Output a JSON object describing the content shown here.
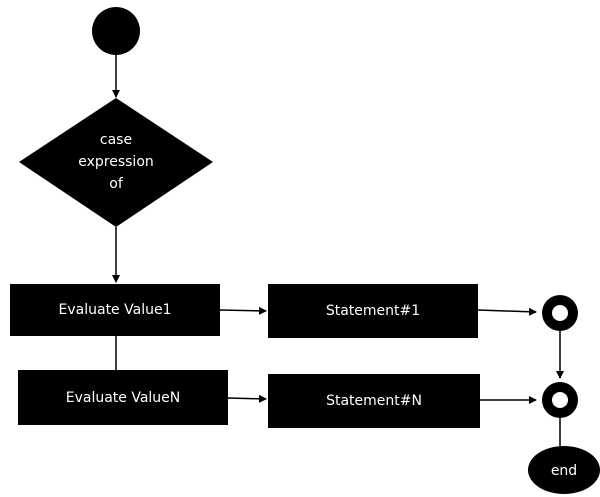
{
  "decision": {
    "line1": "case",
    "line2": "expression",
    "line3": "of"
  },
  "evaluate_value1": "Evaluate Value1",
  "evaluate_valuen": "Evaluate ValueN",
  "statement1": "Statement#1",
  "statementn": "Statement#N",
  "end_label": "end",
  "colors": {
    "shape_fill": "#000000",
    "text": "#ffffff",
    "background": "#ffffff"
  }
}
